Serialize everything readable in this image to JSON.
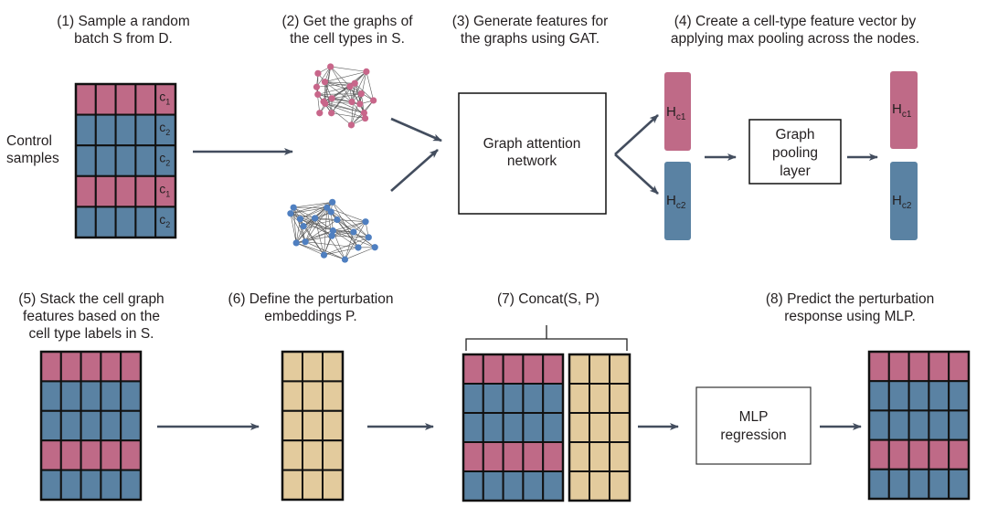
{
  "colors": {
    "c1": "#bf6a87",
    "c2": "#5a82a3",
    "perturb": "#e3cb9d",
    "node_c1": "#c8668a",
    "node_c2": "#4f7fc0",
    "arrow": "#434d5e",
    "grid_line": "#111111"
  },
  "steps": {
    "s1": {
      "line1": "(1) Sample a random",
      "line2": "batch S from D."
    },
    "s2": {
      "line1": "(2) Get the graphs of",
      "line2": "the cell types in S."
    },
    "s3": {
      "line1": "(3) Generate features for",
      "line2": "the graphs using GAT."
    },
    "s4": {
      "line1": "(4) Create a cell-type feature vector by",
      "line2": "applying max pooling across the nodes."
    },
    "s5": {
      "line1": "(5) Stack the cell graph",
      "line2": "features based on the",
      "line3": "cell type labels in S."
    },
    "s6": {
      "line1": "(6) Define the perturbation",
      "line2": "embeddings P."
    },
    "s7": {
      "line1": "(7) Concat(S, P)"
    },
    "s8": {
      "line1": "(8) Predict the perturbation",
      "line2": "response using MLP."
    }
  },
  "control_label": {
    "line1": "Control",
    "line2": "samples"
  },
  "batch_rows": [
    "c1",
    "c2",
    "c2",
    "c1",
    "c2"
  ],
  "row_labels": [
    {
      "base": "c",
      "sub": "1"
    },
    {
      "base": "c",
      "sub": "2"
    },
    {
      "base": "c",
      "sub": "2"
    },
    {
      "base": "c",
      "sub": "1"
    },
    {
      "base": "c",
      "sub": "2"
    }
  ],
  "gat_box": {
    "line1": "Graph attention",
    "line2": "network"
  },
  "pool_box": {
    "line1": "Graph",
    "line2": "pooling",
    "line3": "layer"
  },
  "mlp_box": {
    "line1": "MLP",
    "line2": "regression"
  },
  "feature_vectors": [
    {
      "base": "H",
      "sub": "c1",
      "type": "c1"
    },
    {
      "base": "H",
      "sub": "c2",
      "type": "c2"
    }
  ]
}
